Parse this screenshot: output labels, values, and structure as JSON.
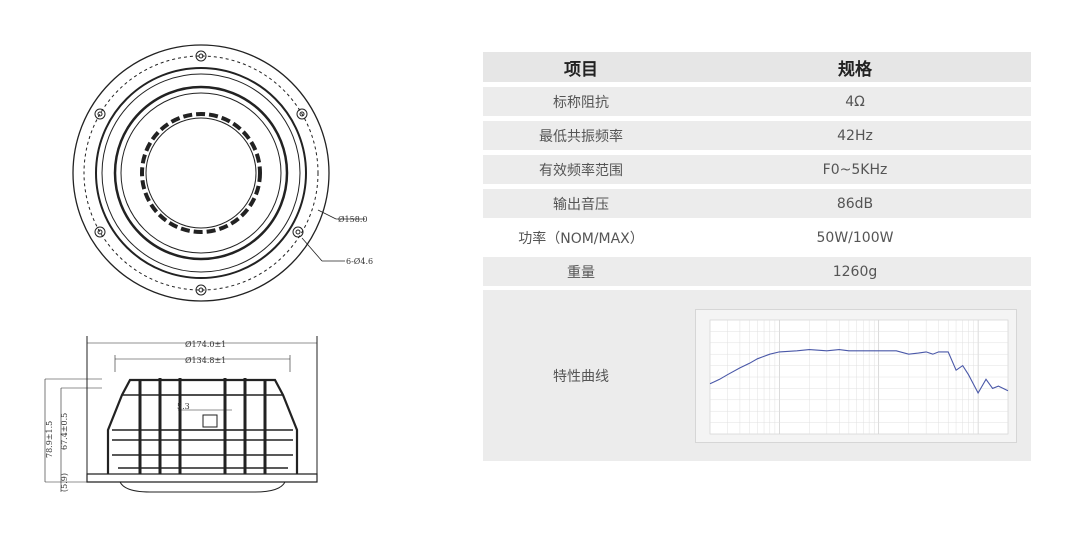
{
  "drawing": {
    "top_view": {
      "outer_diameter_label": "Ø158.0",
      "hole_label": "6-Ø4.6"
    },
    "side_view": {
      "overall_width_label": "Ø174.0±1",
      "inner_width_label": "Ø134.8±1",
      "height_label": "78.9±1.5",
      "inner_height_label": "67.4±0.5",
      "base_label": "(5.9)",
      "small_label": "5.3"
    }
  },
  "specs": {
    "header": {
      "item": "项目",
      "spec": "规格"
    },
    "rows": [
      {
        "item": "标称阻抗",
        "value": "4Ω"
      },
      {
        "item": "最低共振频率",
        "value": "42Hz"
      },
      {
        "item": "有效频率范围",
        "value": "F0~5KHz"
      },
      {
        "item": "输出音压",
        "value": "86dB"
      },
      {
        "item": "功率（NOM/MAX）",
        "value": "50W/100W"
      },
      {
        "item": "重量",
        "value": "1260g"
      }
    ],
    "curve_label": "特性曲线"
  },
  "colors": {
    "curve_line": "#4a58a8",
    "table_shade": "#ececec",
    "header_bg": "#e6e6e6"
  },
  "chart_data": {
    "type": "line",
    "title": "",
    "xlabel": "",
    "ylabel": "",
    "x_scale": "log",
    "xlim": [
      20,
      20000
    ],
    "ylim": [
      50,
      100
    ],
    "grid": true,
    "series": [
      {
        "x": [
          20,
          25,
          30,
          40,
          50,
          60,
          80,
          100,
          150,
          200,
          300,
          400,
          500,
          700,
          1000,
          1500,
          2000,
          2500,
          3000,
          3500,
          4000,
          5000,
          6000,
          7000,
          8000,
          10000,
          12000,
          14000,
          16000,
          20000
        ],
        "y": [
          72,
          74,
          76,
          79,
          81,
          83,
          85,
          86,
          86.5,
          87,
          86.5,
          87,
          86.5,
          86.5,
          86.5,
          86.5,
          85,
          85.5,
          86,
          85,
          86,
          86,
          78,
          80,
          76,
          68,
          74,
          70,
          71,
          69
        ]
      }
    ]
  }
}
